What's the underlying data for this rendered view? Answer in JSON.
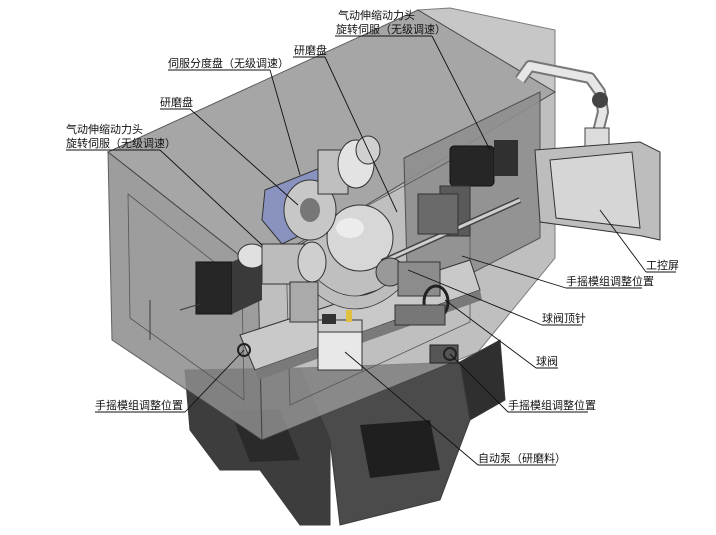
{
  "labels": {
    "pneumatic_head_top_line1": "气动伸缩动力头",
    "pneumatic_head_top_line2": "旋转伺服（无级调速）",
    "grinding_disc_top": "研磨盘",
    "servo_index_plate": "伺服分度盘（无级调速）",
    "grinding_disc_left": "研磨盘",
    "pneumatic_head_left_line1": "气动伸缩动力头",
    "pneumatic_head_left_line2": "旋转伺服（无级调速）",
    "control_screen": "工控屏",
    "hand_crank_right_upper": "手摇模组调整位置",
    "ball_valve_clamp": "球阀顶针",
    "ball_valve": "球阀",
    "hand_crank_left": "手摇模组调整位置",
    "hand_crank_right_lower": "手摇模组调整位置",
    "auto_pump": "自动泵（研磨料）"
  },
  "colors": {
    "enclosure_fill": "#8a8a8a",
    "enclosure_front": "#9c9c9c",
    "base_dark": "#3d3d3d",
    "screen_fill": "#d6d6d6",
    "motor_blue": "#8a92c0",
    "motor_dark": "#262626"
  }
}
